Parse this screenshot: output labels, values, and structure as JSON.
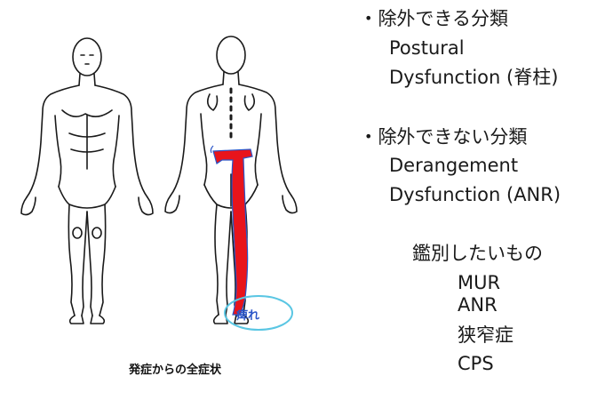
{
  "figure": {
    "caption": "発症からの全症状",
    "numbness_label": "痺れ",
    "colors": {
      "line": "#1a1a1a",
      "pain": "#e8141b",
      "numb_circle": "#5ac6e3",
      "numb_text": "#2a55c8"
    }
  },
  "excludable": {
    "heading": "除外できる分類",
    "items": [
      "Postural",
      "Dysfunction (脊柱)"
    ]
  },
  "non_excludable": {
    "heading": "除外できない分類",
    "items": [
      "Derangement",
      "Dysfunction (ANR)"
    ]
  },
  "differential": {
    "heading": "鑑別したいもの",
    "items": [
      "MUR",
      "ANR",
      "狭窄症",
      "CPS"
    ]
  }
}
